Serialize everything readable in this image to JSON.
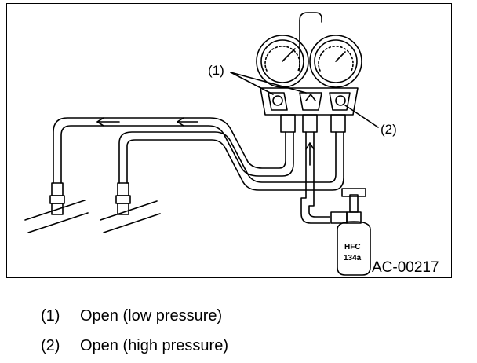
{
  "figure": {
    "code": "AC-00217",
    "callouts": [
      "(1)",
      "(2)"
    ],
    "can_label_line1": "HFC",
    "can_label_line2": "134a"
  },
  "legend": [
    {
      "num": "(1)",
      "text": "Open (low pressure)"
    },
    {
      "num": "(2)",
      "text": "Open (high pressure)"
    }
  ]
}
